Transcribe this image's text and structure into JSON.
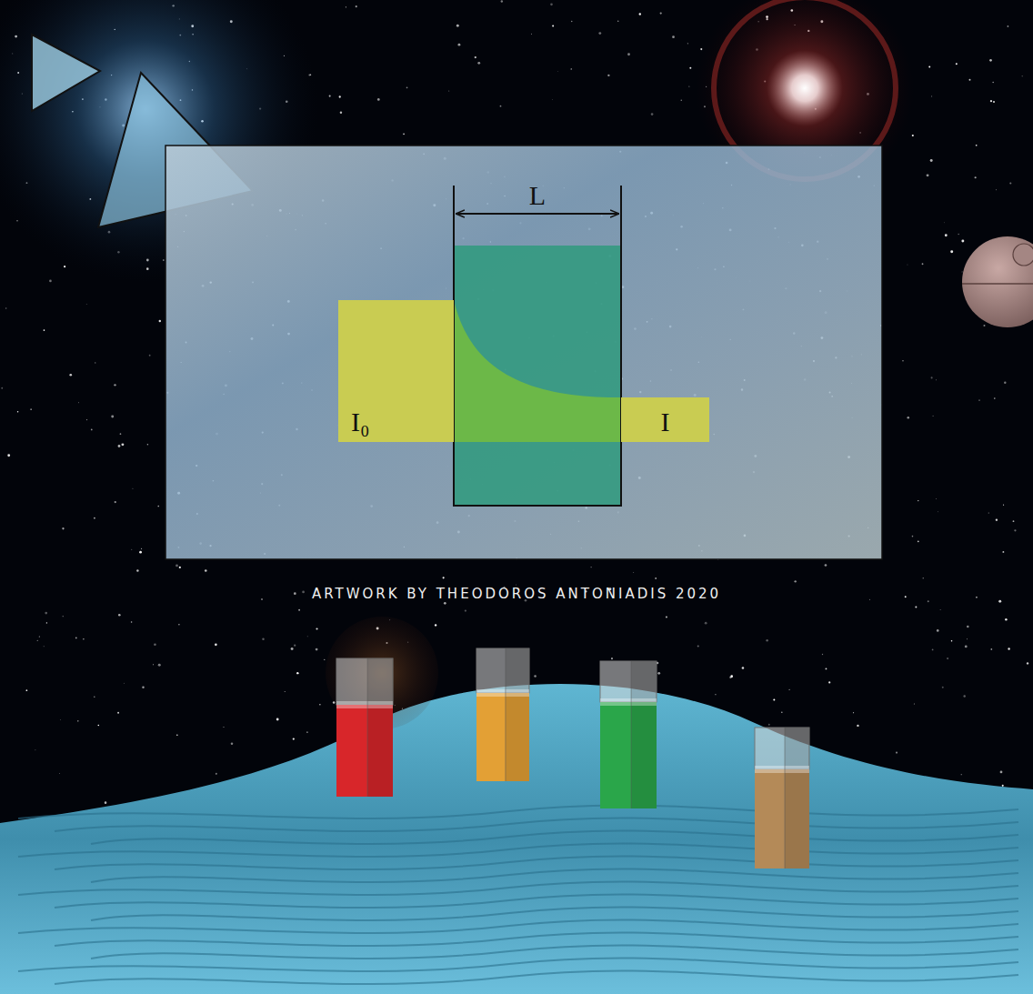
{
  "diagram": {
    "nodes": [
      {
        "text": [
          "I₀"
        ]
      },
      {
        "text": [
          "I"
        ]
      }
    ],
    "labels": [
      "L",
      "ARTWORK BY THEODOROS ANTONIADIS 2020"
    ]
  }
}
